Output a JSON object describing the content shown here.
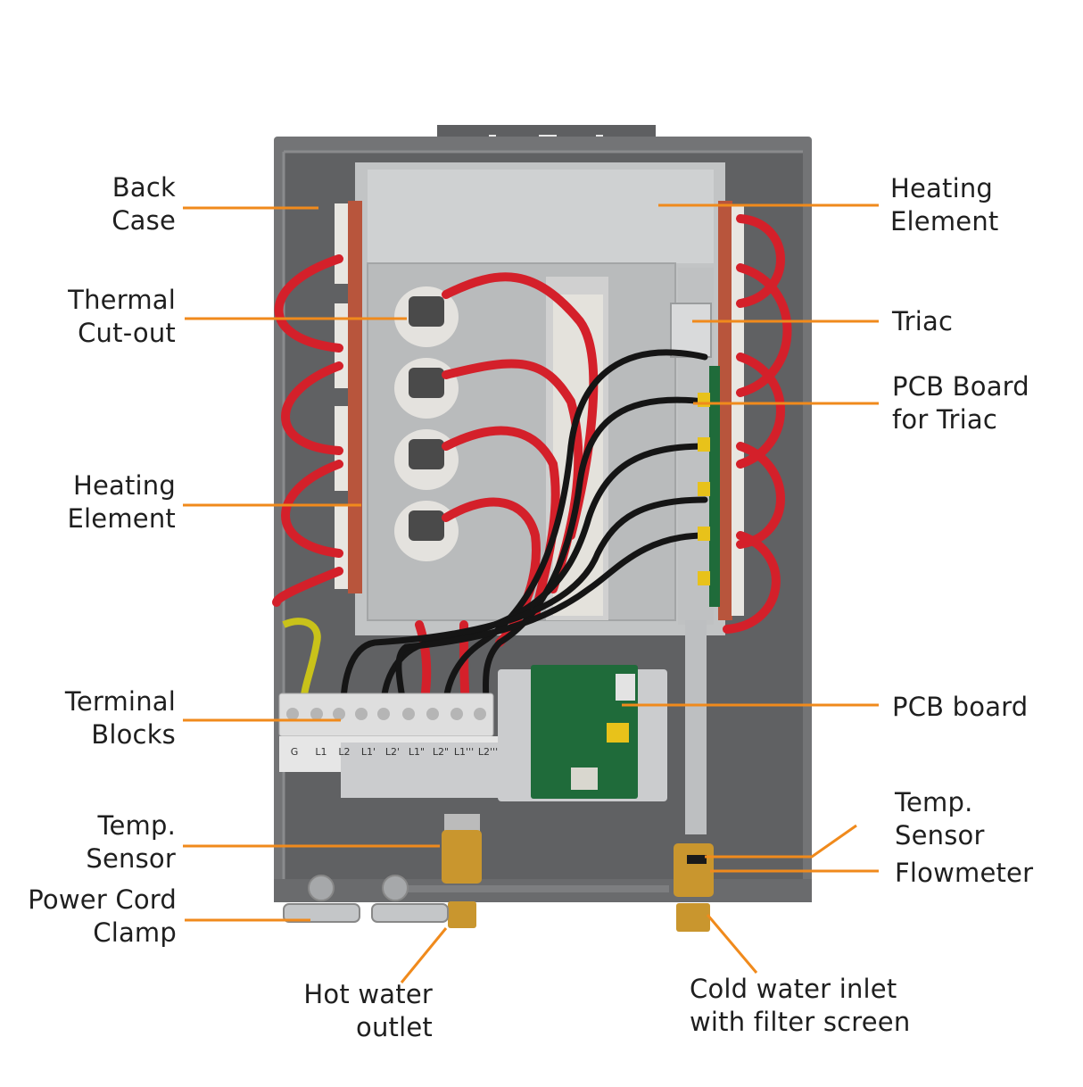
{
  "colors": {
    "leader": "#f08a1c",
    "case": "#6f7072",
    "case_inner": "#5d5e60",
    "plate": "#c9cbcc",
    "wire_red": "#d4202a",
    "wire_black": "#151515",
    "brass": "#c9962e",
    "pcb": "#1f6b3a",
    "terminal": "#dedede"
  },
  "labels": {
    "back_case": "Back\nCase",
    "thermal_cutout": "Thermal\nCut-out",
    "heating_element_left": "Heating\nElement",
    "terminal_blocks": "Terminal\nBlocks",
    "temp_sensor_left": "Temp.\nSensor",
    "power_cord_clamp": "Power Cord\nClamp",
    "hot_water_outlet": "Hot water\noutlet",
    "heating_element_right": "Heating\nElement",
    "triac": "Triac",
    "pcb_board_for_triac": "PCB Board\nfor Triac",
    "pcb_board": "PCB board",
    "temp_sensor_right": "Temp.\nSensor",
    "flowmeter": "Flowmeter",
    "cold_water_inlet": "Cold water inlet\nwith filter screen"
  },
  "terminal_labels": [
    "G",
    "L1",
    "L2",
    "L1'",
    "L2'",
    "L1\"",
    "L2\"",
    "L1'''",
    "L2'''"
  ]
}
